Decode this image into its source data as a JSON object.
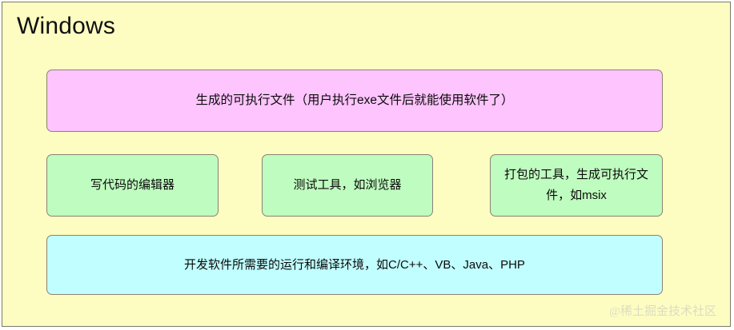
{
  "diagram": {
    "platform_title": "Windows",
    "background_color": "#fdfdc2",
    "frame_border_color": "#7a7a6a",
    "layers": {
      "output": {
        "label": "生成的可执行文件（用户执行exe文件后就能使用软件了）",
        "color": "#fec4fd"
      },
      "tools": {
        "color": "#bffcbf",
        "items": [
          {
            "label": "写代码的编辑器"
          },
          {
            "label": "测试工具，如浏览器"
          },
          {
            "label": "打包的工具，生成可执行文件，如msix"
          }
        ]
      },
      "runtime": {
        "label": "开发软件所需要的运行和编译环境，如C/C++、VB、Java、PHP",
        "color": "#c1feff"
      }
    },
    "watermark": "@稀土掘金技术社区"
  }
}
